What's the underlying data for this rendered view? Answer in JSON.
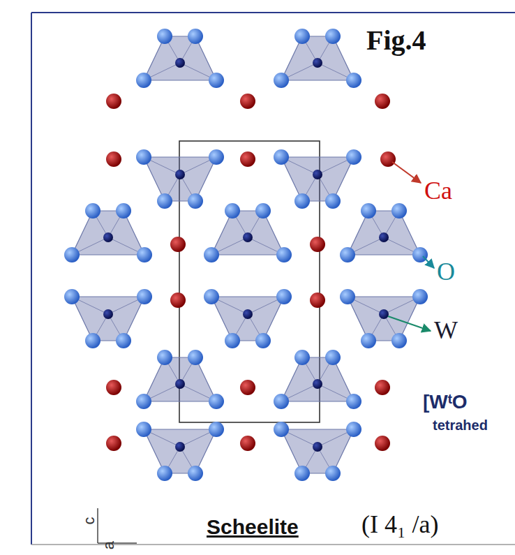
{
  "diagram": {
    "title": "Fig.4",
    "labels": [
      "Ca",
      "O",
      "W",
      "[WᵗO",
      "tetrahed",
      "Scheelite",
      "(I 4₁ /a)",
      "c",
      "a"
    ]
  }
}
